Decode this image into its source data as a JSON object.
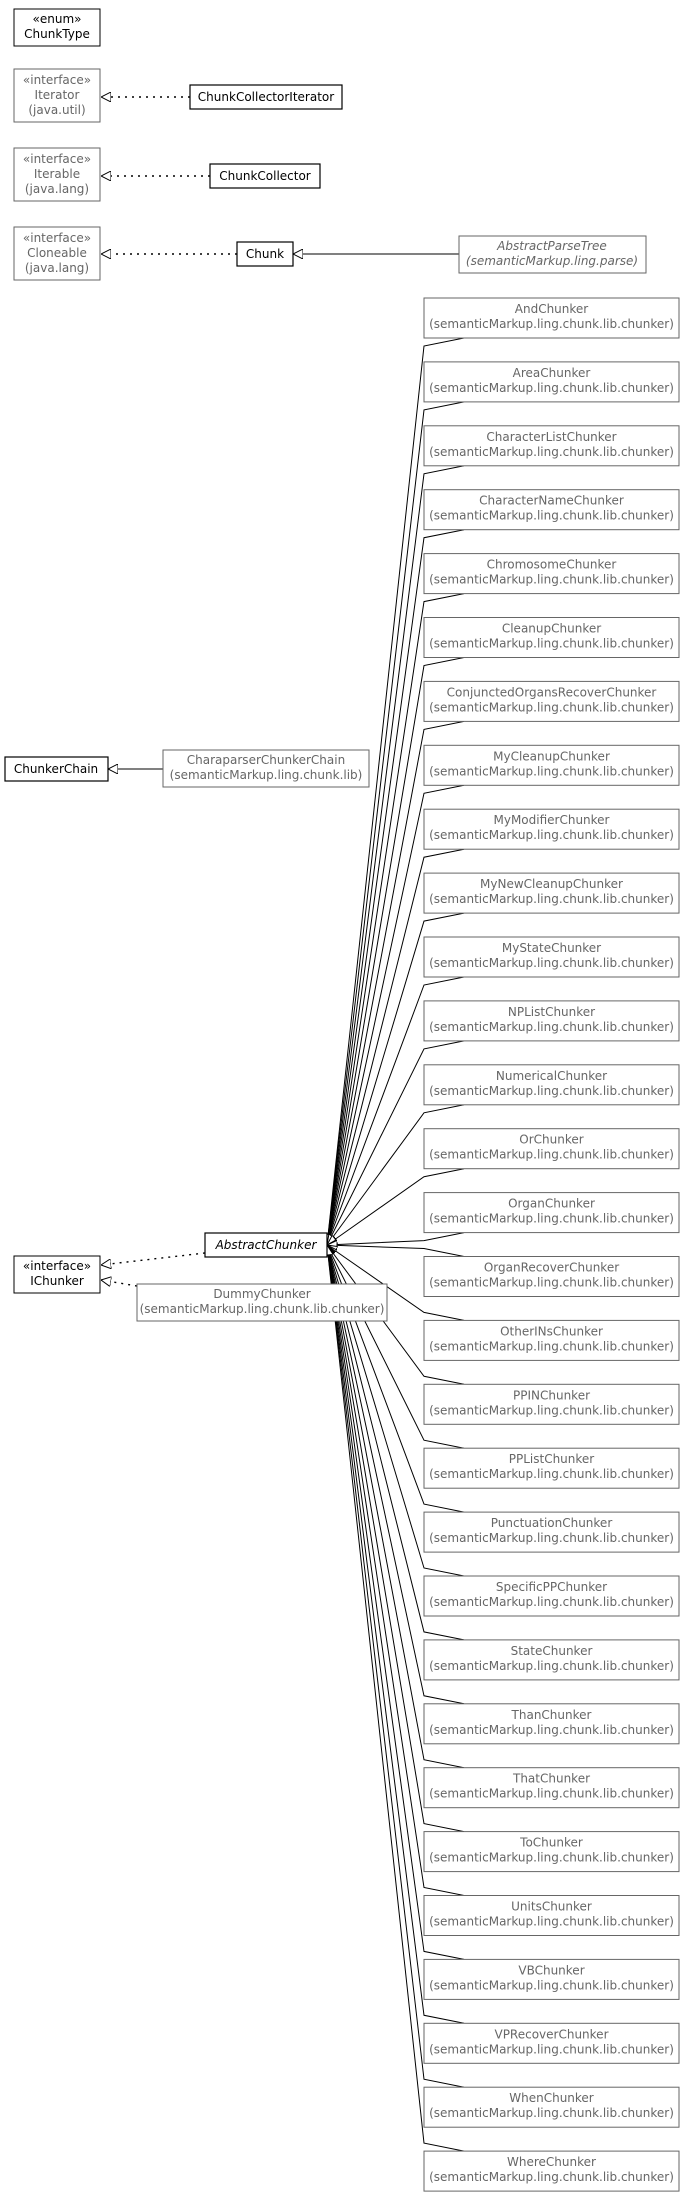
{
  "diagram": {
    "enum_chunktype": {
      "stereotype": "«enum»",
      "name": "ChunkType"
    },
    "iterator": {
      "stereotype": "«interface»",
      "name": "Iterator",
      "pkg": "(java.util)"
    },
    "iterable": {
      "stereotype": "«interface»",
      "name": "Iterable",
      "pkg": "(java.lang)"
    },
    "cloneable": {
      "stereotype": "«interface»",
      "name": "Cloneable",
      "pkg": "(java.lang)"
    },
    "chunk_collector_iterator": {
      "name": "ChunkCollectorIterator"
    },
    "chunk_collector": {
      "name": "ChunkCollector"
    },
    "chunk": {
      "name": "Chunk"
    },
    "abstract_parse_tree": {
      "name": "AbstractParseTree",
      "pkg": "(semanticMarkup.ling.parse)"
    },
    "chunker_chain": {
      "name": "ChunkerChain"
    },
    "charaparser_chunker_chain": {
      "name": "CharaparserChunkerChain",
      "pkg": "(semanticMarkup.ling.chunk.lib)"
    },
    "ichunker": {
      "stereotype": "«interface»",
      "name": "IChunker"
    },
    "abstract_chunker": {
      "name": "AbstractChunker"
    },
    "dummy_chunker": {
      "name": "DummyChunker",
      "pkg": "(semanticMarkup.ling.chunk.lib.chunker)"
    },
    "chunkers_pkg": "(semanticMarkup.ling.chunk.lib.chunker)",
    "chunkers": [
      "AndChunker",
      "AreaChunker",
      "CharacterListChunker",
      "CharacterNameChunker",
      "ChromosomeChunker",
      "CleanupChunker",
      "ConjunctedOrgansRecoverChunker",
      "MyCleanupChunker",
      "MyModifierChunker",
      "MyNewCleanupChunker",
      "MyStateChunker",
      "NPListChunker",
      "NumericalChunker",
      "OrChunker",
      "OrganChunker",
      "OrganRecoverChunker",
      "OtherINsChunker",
      "PPINChunker",
      "PPListChunker",
      "PunctuationChunker",
      "SpecificPPChunker",
      "StateChunker",
      "ThanChunker",
      "ThatChunker",
      "ToChunker",
      "UnitsChunker",
      "VBChunker",
      "VPRecoverChunker",
      "WhenChunker",
      "WhereChunker"
    ]
  }
}
